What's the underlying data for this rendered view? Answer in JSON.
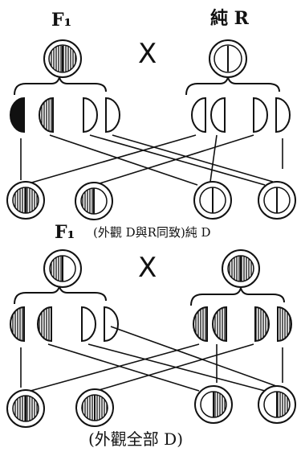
{
  "top": {
    "f1_label": "F₁",
    "cross_symbol": "X",
    "pure_label": "純 R"
  },
  "middle": {
    "f1_label": "F₁",
    "phenotype_note": "(外觀 D與R同致)純 D",
    "cross_symbol": "X"
  },
  "caption": "(外觀全部 D)",
  "colors": {
    "ink": "#111111",
    "paper": "#ffffff"
  }
}
